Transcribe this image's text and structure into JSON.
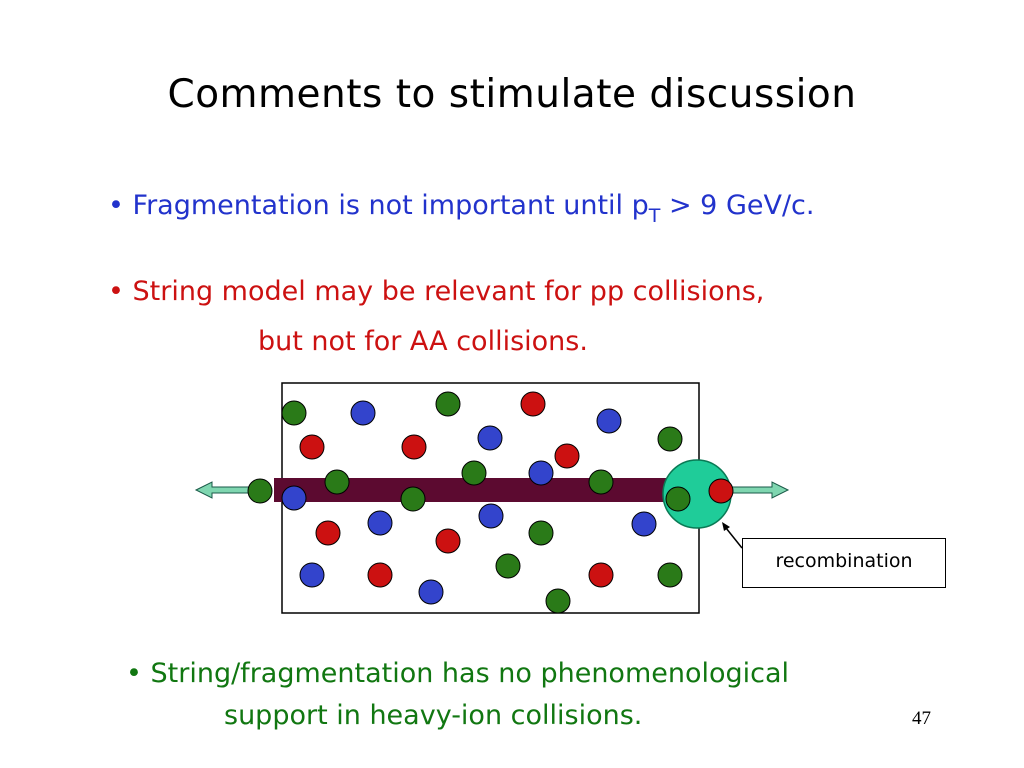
{
  "title": "Comments to stimulate discussion",
  "bullets": {
    "b1_text": "• Fragmentation is not important until p",
    "b1_sub": "T",
    "b1_tail": " > 9 GeV/c.",
    "b2_line1": "• String model may be relevant for pp collisions,",
    "b2_line2": "but not for AA collisions.",
    "b3_line1": "• String/fragmentation has no phenomenological",
    "b3_line2": "support in heavy-ion collisions."
  },
  "diagram": {
    "recombination_label": "recombination",
    "colors": {
      "green": "#2a7a18",
      "blue": "#3344cc",
      "red": "#cc1111",
      "string": "#5c0a30",
      "arrow": "#7fd6b0",
      "halo": "#1fcc99"
    },
    "particles": [
      {
        "c": "green"
      },
      {
        "c": "blue"
      },
      {
        "c": "green"
      },
      {
        "c": "red"
      },
      {
        "c": "blue"
      },
      {
        "c": "green"
      },
      {
        "c": "red"
      },
      {
        "c": "red"
      },
      {
        "c": "blue"
      },
      {
        "c": "red"
      },
      {
        "c": "green"
      },
      {
        "c": "green"
      },
      {
        "c": "blue"
      },
      {
        "c": "green"
      },
      {
        "c": "green"
      },
      {
        "c": "blue"
      },
      {
        "c": "green"
      },
      {
        "c": "green"
      },
      {
        "c": "red"
      },
      {
        "c": "red"
      },
      {
        "c": "blue"
      },
      {
        "c": "blue"
      },
      {
        "c": "red"
      },
      {
        "c": "green"
      },
      {
        "c": "blue"
      },
      {
        "c": "blue"
      },
      {
        "c": "green"
      },
      {
        "c": "red"
      },
      {
        "c": "blue"
      },
      {
        "c": "green"
      },
      {
        "c": "red"
      },
      {
        "c": "green"
      }
    ]
  },
  "page_number": "47"
}
